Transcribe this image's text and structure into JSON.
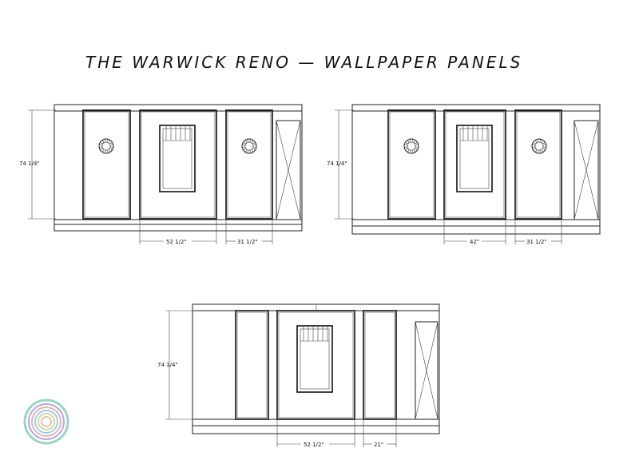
{
  "title": "THE WARWICK RENO — WALLPAPER PANELS",
  "elevations": [
    {
      "height_label": "74 1/4\"",
      "widths": [
        "52 1/2\"",
        "31 1/2\""
      ]
    },
    {
      "height_label": "74 1/4\"",
      "widths": [
        "42\"",
        "31 1/2\""
      ]
    },
    {
      "height_label": "74 1/4\"",
      "widths": [
        "52 1/2\"",
        "21\""
      ]
    }
  ],
  "logo": {
    "rings": [
      "#9fd3c7",
      "#b8a8d8",
      "#d9b8b8",
      "#a8c8e0",
      "#c8d8a8",
      "#e0c8a8"
    ]
  }
}
